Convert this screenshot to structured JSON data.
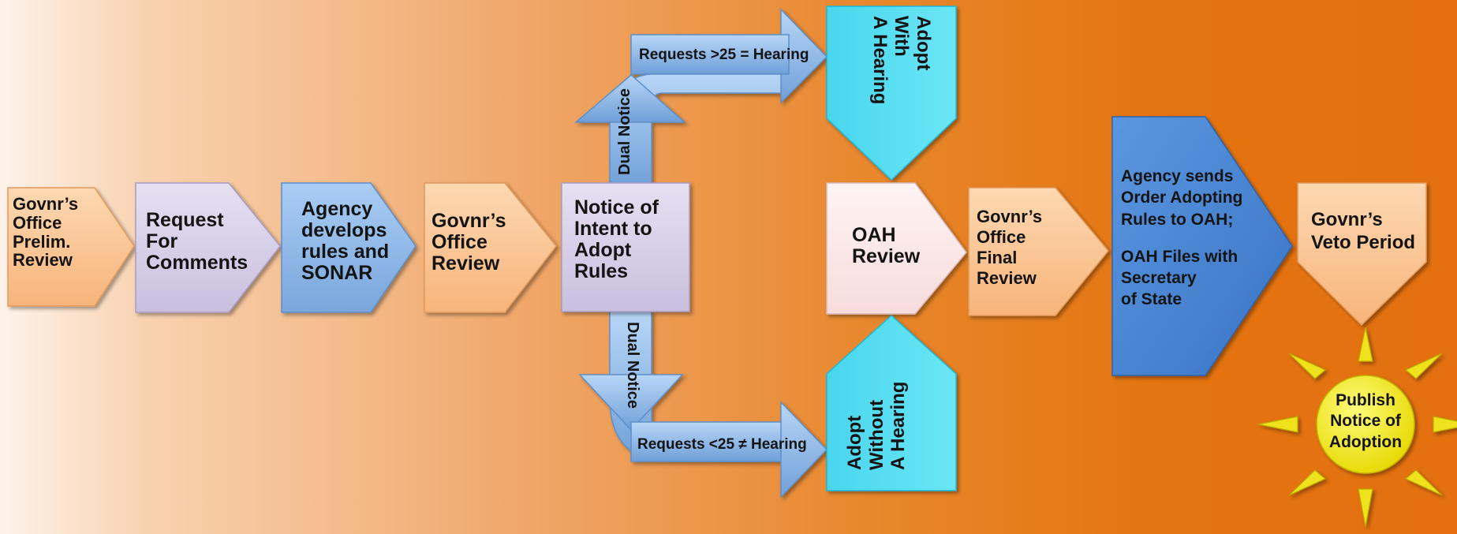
{
  "nodes": {
    "govnr_prelim": [
      "Govnr’s",
      "Office",
      "Prelim.",
      "Review"
    ],
    "request_comments": [
      "Request",
      "For",
      "Comments"
    ],
    "agency_develops": [
      "Agency",
      "develops",
      "rules and",
      "SONAR"
    ],
    "govnr_review": [
      "Govnr’s",
      "Office",
      "Review"
    ],
    "notice_intent": [
      "Notice of",
      "Intent to",
      "Adopt",
      "Rules"
    ],
    "adopt_with_hearing": [
      "Adopt",
      "With",
      "A Hearing"
    ],
    "oah_review": [
      "OAH",
      "Review"
    ],
    "adopt_without_hearing": [
      "Adopt",
      "Without",
      "A Hearing"
    ],
    "govnr_final": [
      "Govnr’s",
      "Office",
      "Final",
      "Review"
    ],
    "agency_sends": [
      "Agency sends",
      "Order Adopting",
      "Rules to OAH;",
      "",
      "OAH Files with",
      "Secretary",
      "of State"
    ],
    "veto_period": [
      "Govnr’s",
      "Veto Period"
    ],
    "publish_notice": [
      "Publish",
      "Notice of",
      "Adoption"
    ]
  },
  "arrows": {
    "hearing_request_label": "Requests >25 = Hearing",
    "no_hearing_request_label": "Requests <25 ≠ Hearing",
    "dual_notice_up": "Dual Notice",
    "dual_notice_down": "Dual Notice"
  },
  "colors": {
    "peach": "#fbc692",
    "lavender": "#d8d0e8",
    "blue_light": "#8fb8ea",
    "cyan": "#57def2",
    "oah_pink": "#fde6e6",
    "blue_dark": "#4a86d4",
    "sun_yellow": "#f4ec1a"
  }
}
